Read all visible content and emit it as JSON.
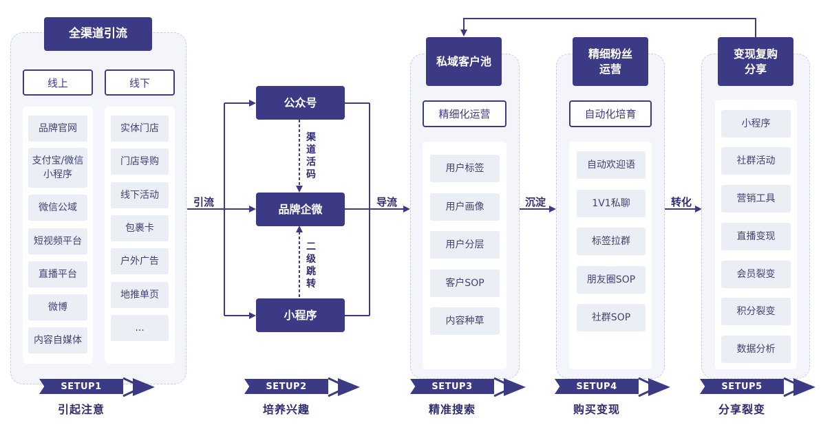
{
  "col1": {
    "header": "全渠道引流",
    "online_label": "线上",
    "offline_label": "线下",
    "online_items": [
      "品牌官网",
      "支付宝/微信\n小程序",
      "微信公域",
      "短视频平台",
      "直播平台",
      "微博",
      "内容自媒体"
    ],
    "offline_items": [
      "实体门店",
      "门店导购",
      "线下活动",
      "包裹卡",
      "户外广告",
      "地推单页",
      "..."
    ]
  },
  "col2": {
    "top": "公众号",
    "middle": "品牌企微",
    "bottom": "小程序",
    "link_top": "渠道活码",
    "link_bottom": "二级跳转"
  },
  "col3": {
    "header": "私域客户池",
    "sub": "精细化运营",
    "items": [
      "用户标签",
      "用户画像",
      "用户分层",
      "客户SOP",
      "内容种草"
    ]
  },
  "col4": {
    "header": "精细粉丝\n运营",
    "sub": "自动化培育",
    "items": [
      "自动欢迎语",
      "1V1私聊",
      "标签拉群",
      "朋友圈SOP",
      "社群SOP"
    ]
  },
  "col5": {
    "header": "变现复购\n分享",
    "items": [
      "小程序",
      "社群活动",
      "营销工具",
      "直播变现",
      "会员裂变",
      "积分裂变",
      "数据分析"
    ]
  },
  "arrows": {
    "yinliu": "引流",
    "daoliu": "导流",
    "chendian": "沉淀",
    "zhuanhua": "转化"
  },
  "steps": [
    {
      "tag": "SETUP1",
      "title": "引起注意"
    },
    {
      "tag": "SETUP2",
      "title": "培养兴趣"
    },
    {
      "tag": "SETUP3",
      "title": "精准搜索"
    },
    {
      "tag": "SETUP4",
      "title": "购买变现"
    },
    {
      "tag": "SETUP5",
      "title": "分享裂变"
    }
  ],
  "colors": {
    "primary": "#3c3a84",
    "panel": "#f4f5fa",
    "item": "#eceef6"
  }
}
